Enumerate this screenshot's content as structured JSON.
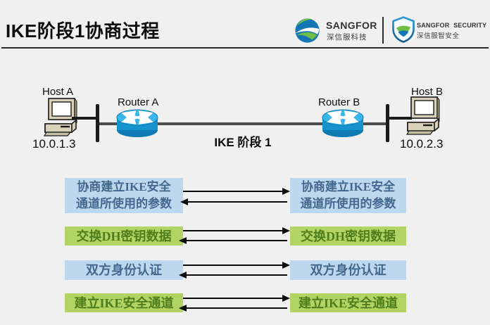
{
  "header": {
    "title": "IKE阶段1协商过程"
  },
  "logo": {
    "brand_name": "SANGFOR",
    "brand_name_cn": "深信服科技",
    "security_name": "SANGFOR SECURITY",
    "security_name_cn": "深信服智安全"
  },
  "topology": {
    "host_a_label": "Host A",
    "host_a_ip": "10.0.1.3",
    "router_a_label": "Router A",
    "link_label": "IKE 阶段 1",
    "router_b_label": "Router B",
    "host_b_label": "Host B",
    "host_b_ip": "10.0.2.3"
  },
  "messages": [
    {
      "variant": "blue",
      "left_text": "协商建立IKE安全\n通道所使用的参数",
      "right_text": "协商建立IKE安全\n通道所使用的参数"
    },
    {
      "variant": "green",
      "left_text": "交换DH密钥数据",
      "right_text": "交换DH密钥数据"
    },
    {
      "variant": "blue",
      "left_text": "双方身份认证",
      "right_text": "双方身份认证"
    },
    {
      "variant": "green",
      "left_text": "建立IKE安全通道",
      "right_text": "建立IKE安全通道"
    }
  ],
  "colors": {
    "background": "#f0f0f0",
    "title_text": "#0d0d0d",
    "rule": "#2a2a2a",
    "blue_box_bg": "#bdd7ee",
    "blue_box_text": "#45688e",
    "green_box_bg": "#b2d465",
    "green_box_text": "#4f7d1c",
    "arrow": "#0d0d0d",
    "wan_line": "#4d4d4d",
    "router_top": "#3ab6ea",
    "router_body": "#1793cc",
    "router_bottom": "#0d7ab2",
    "computer_body": "#d9d2b8",
    "logo_green": "#6fbe45",
    "logo_blue": "#1576b5"
  }
}
